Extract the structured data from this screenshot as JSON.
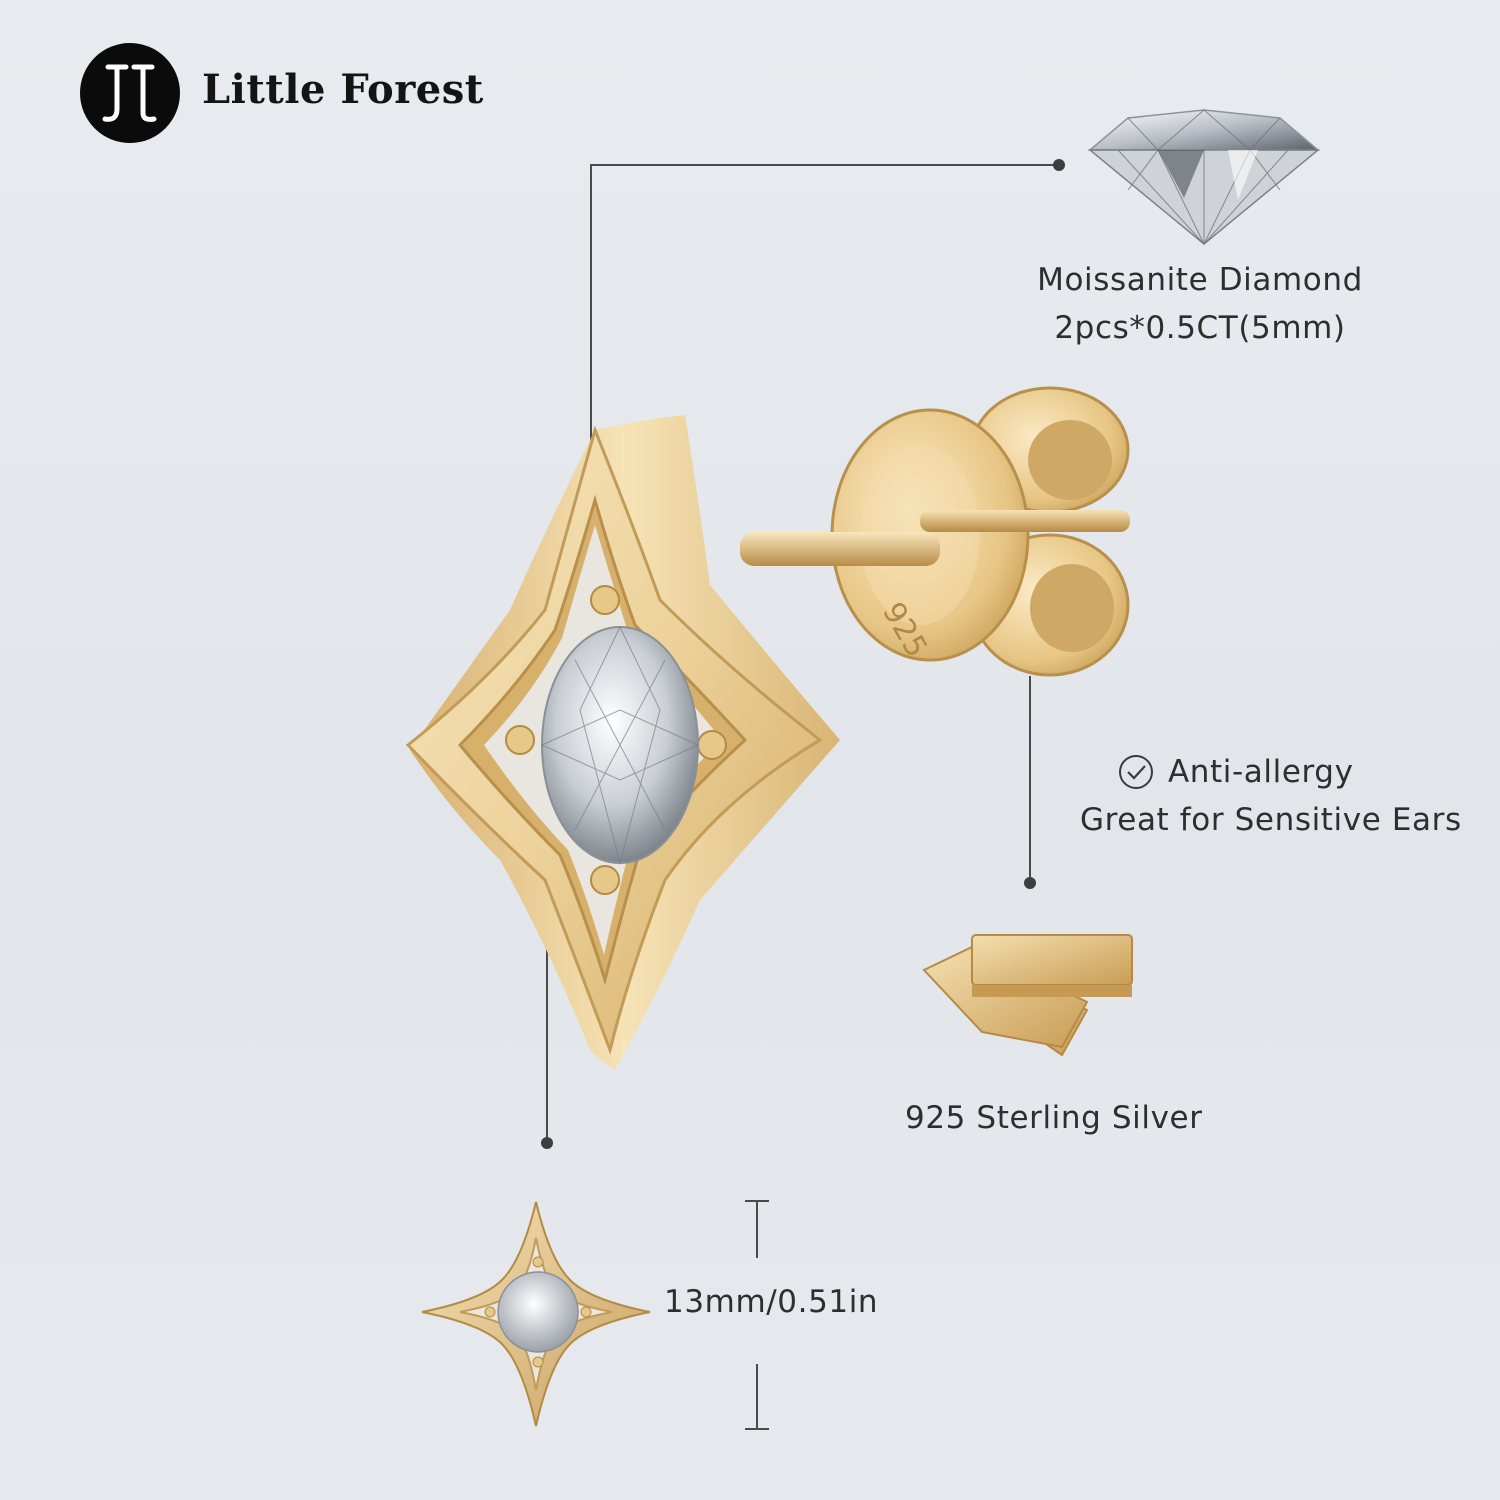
{
  "brand": {
    "name": "Little Forest",
    "logo_icon": "jl-monogram-logo"
  },
  "features": {
    "gem": {
      "icon": "moissanite-diamond-icon",
      "title": "Moissanite Diamond",
      "detail": "2pcs*0.5CT(5mm)"
    },
    "allergy": {
      "icon": "check-circle-icon",
      "title": "Anti-allergy",
      "detail": "Great for Sensitive Ears"
    },
    "material": {
      "icon": "silver-bar-icon",
      "title": "925 Sterling Silver"
    },
    "size": {
      "label": "13mm/0.51in"
    }
  },
  "product": {
    "stamp": "925"
  },
  "colors": {
    "gold": "#e8c98a",
    "gold_dark": "#c9a15a",
    "background": "#e5e8ec",
    "line": "#4a4a4a"
  }
}
